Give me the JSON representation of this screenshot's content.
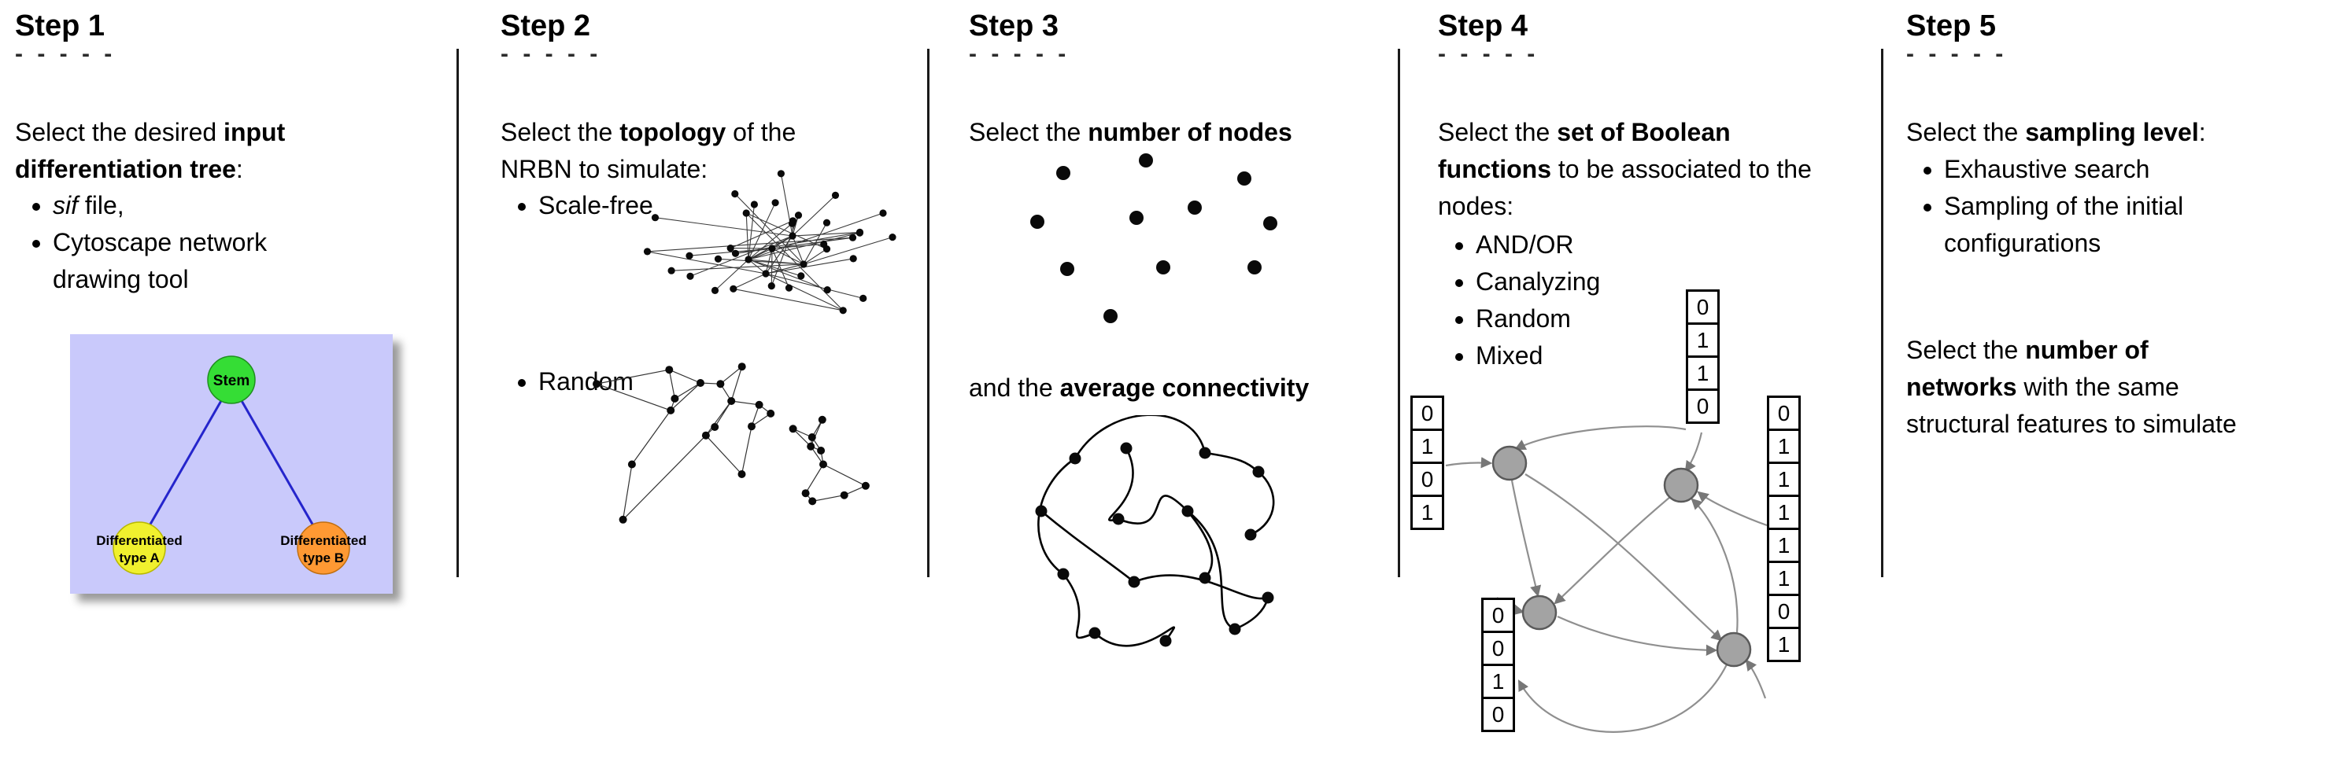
{
  "step1": {
    "title": "Step 1",
    "dashes": "- - - - -",
    "intro_pre": "Select the desired ",
    "intro_bold": "input differentiation tree",
    "intro_post": ":",
    "bullet1_italic": "sif",
    "bullet1_rest": " file,",
    "bullet2": "Cytoscape network drawing tool",
    "tree": {
      "stem_label": "Stem",
      "left_label_line1": "Differentiated",
      "left_label_line2": "type A",
      "right_label_line1": "Differentiated",
      "right_label_line2": "type B",
      "colors": {
        "background": "#c9c9fb",
        "stem": "#35dd35",
        "type_a": "#f0f02e",
        "type_b": "#ff9933",
        "edge": "#2525cc"
      }
    }
  },
  "step2": {
    "title": "Step 2",
    "dashes": "- - - - -",
    "intro_pre": "Select the ",
    "intro_bold": "topology",
    "intro_post": " of the NRBN to simulate:",
    "bullet1": "Scale-free",
    "bullet2": "Random"
  },
  "step3": {
    "title": "Step 3",
    "dashes": "- - - - -",
    "line1_pre": "Select the ",
    "line1_bold": "number of nodes",
    "line2_pre": "and the ",
    "line2_bold": "average connectivity"
  },
  "step4": {
    "title": "Step 4",
    "dashes": "- - - - -",
    "intro_pre": "Select the ",
    "intro_bold": "set of Boolean functions",
    "intro_post": " to be associated to the nodes:",
    "bullets": [
      "AND/OR",
      "Canalyzing",
      "Random",
      "Mixed"
    ],
    "truth_tables": {
      "left": [
        "0",
        "1",
        "0",
        "1"
      ],
      "top": [
        "0",
        "1",
        "1",
        "0"
      ],
      "bottom_left": [
        "0",
        "0",
        "1",
        "0"
      ],
      "right": [
        "0",
        "1",
        "1",
        "1",
        "1",
        "1",
        "0",
        "1"
      ]
    }
  },
  "step5": {
    "title": "Step 5",
    "dashes": "- - - - -",
    "intro_pre": "Select the ",
    "intro_bold": "sampling level",
    "intro_post": ":",
    "bullets": [
      "Exhaustive search",
      "Sampling of the initial configurations"
    ],
    "para2_pre": "Select the ",
    "para2_bold1": "number of",
    "para2_bold2": "networks",
    "para2_mid": " with the same",
    "para2_last": "structural features to simulate"
  }
}
